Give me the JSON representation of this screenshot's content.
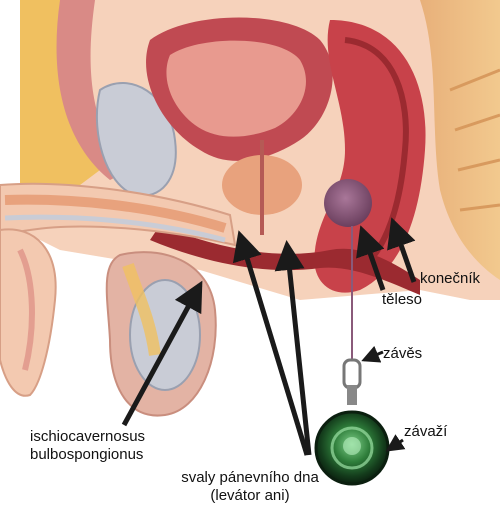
{
  "labels": {
    "rectum": "konečník",
    "body": "těleso",
    "suspension": "závěs",
    "weight": "závaží",
    "muscles_line1": "ischiocavernosus",
    "muscles_line2": "bulbospongionus",
    "pelvic_floor_line1": "svaly pánevního dna",
    "pelvic_floor_line2": "(levátor ani)"
  },
  "colors": {
    "skin": "#f3c9b0",
    "fat": "#f0c060",
    "muscle": "#c8424a",
    "muscle_dark": "#9b2a30",
    "bladder": "#c04a52",
    "bone": "#c9ccd6",
    "probe": "#8a5a7a",
    "weight_green": "#2e7d3a",
    "arrow": "#1a1a1a"
  },
  "icons": {
    "arrow": "arrow-icon",
    "weight": "weight-pendant-icon"
  }
}
